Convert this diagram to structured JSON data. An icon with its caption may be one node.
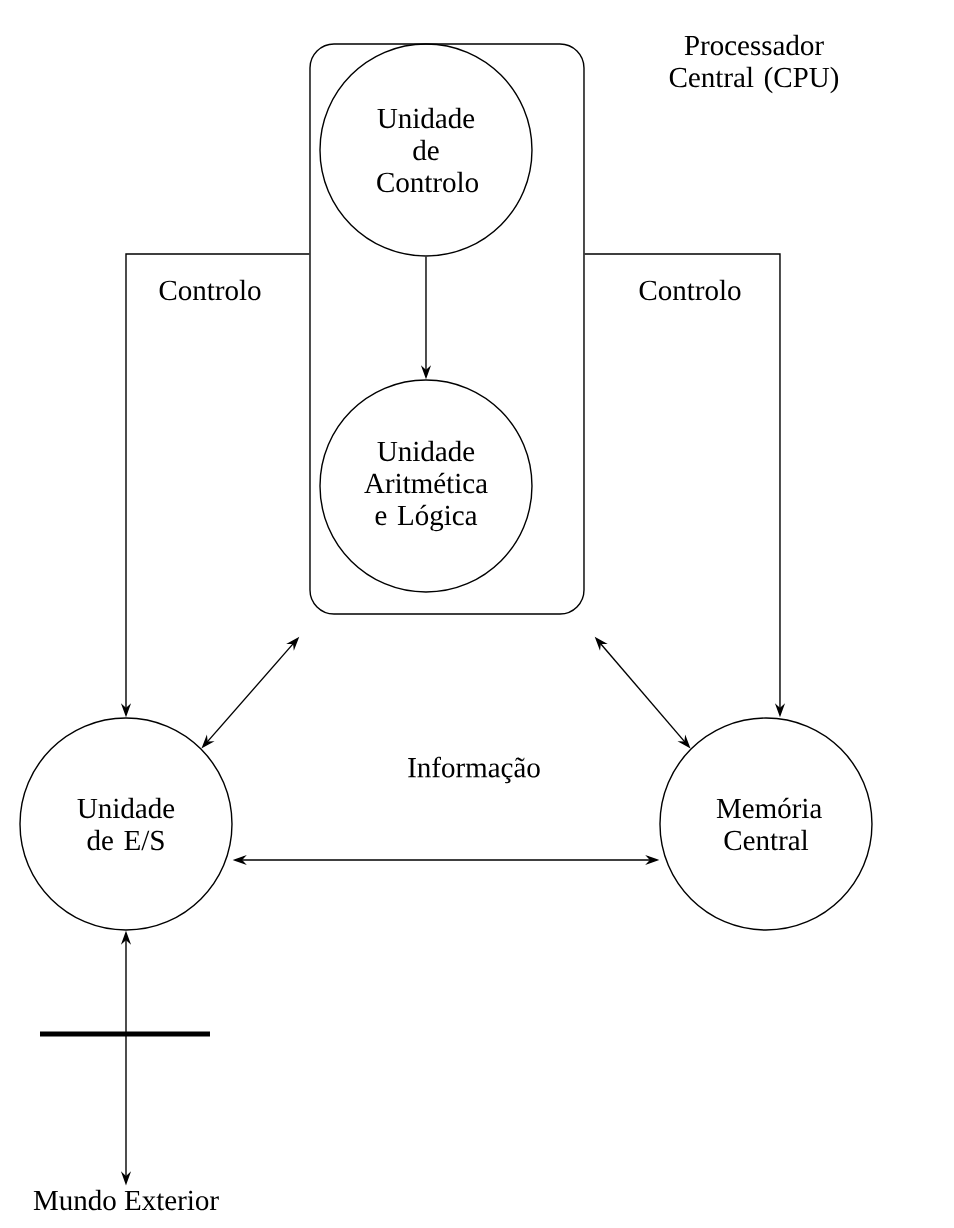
{
  "diagram": {
    "nodes": [
      {
        "text": [
          "Processador Central (CPU)"
        ]
      },
      {
        "text": [
          "Unidade de Controlo"
        ],
        "in": 0
      },
      {
        "text": [
          "Unidade Aritmética e Lógica"
        ],
        "in": 0
      },
      {
        "text": [
          "Unidade de E/S"
        ]
      },
      {
        "text": [
          "Memória Central"
        ]
      },
      {
        "text": [
          "Mundo Exterior"
        ]
      }
    ],
    "edges": [
      {
        "from": 1,
        "to": 2,
        "arrow": "to"
      },
      {
        "from": 0,
        "to": 3,
        "arrow": "to",
        "label": "Controlo"
      },
      {
        "from": 0,
        "to": 4,
        "arrow": "to",
        "label": "Controlo"
      },
      {
        "from": 0,
        "to": 3,
        "arrow": "both"
      },
      {
        "from": 0,
        "to": 4,
        "arrow": "both"
      },
      {
        "from": 3,
        "to": 4,
        "arrow": "both",
        "label": "Informação"
      },
      {
        "from": 3,
        "to": 5,
        "arrow": "both"
      }
    ]
  }
}
